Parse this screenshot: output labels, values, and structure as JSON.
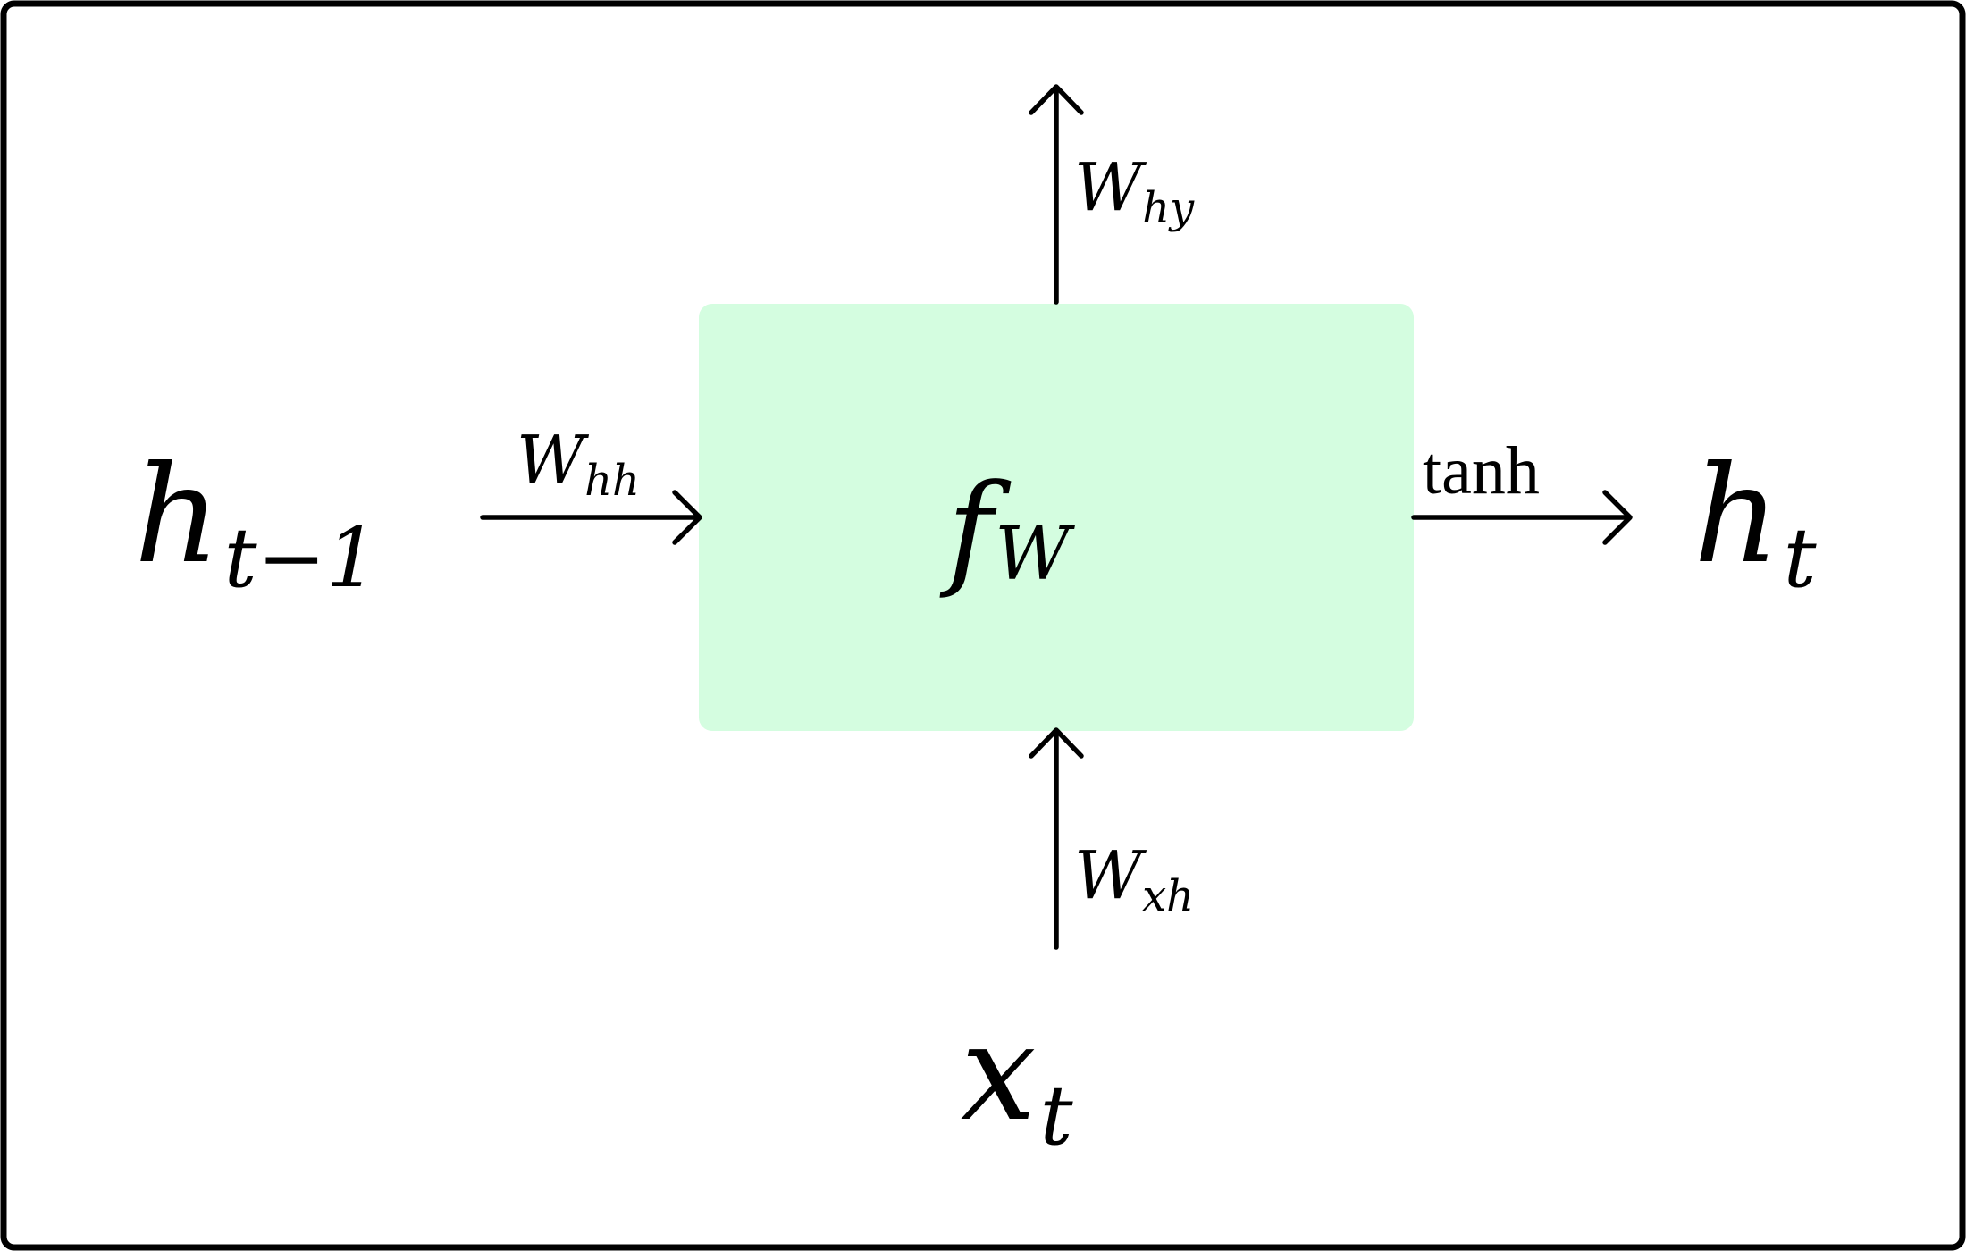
{
  "colors": {
    "box_fill": "#d4fde0",
    "stroke": "#000000",
    "background": "#ffffff"
  },
  "nodes": {
    "h_prev": {
      "base": "h",
      "sub": "t−1"
    },
    "h_t": {
      "base": "h",
      "sub": "t"
    },
    "x_t": {
      "base": "x",
      "sub": "t"
    },
    "f_w": {
      "base": "f",
      "sub": "W"
    }
  },
  "edges": {
    "w_hh": {
      "base": "W",
      "sub": "hh"
    },
    "w_xh": {
      "base": "W",
      "sub": "xh"
    },
    "w_hy": {
      "base": "W",
      "sub": "hy"
    },
    "tanh": {
      "label": "tanh"
    }
  }
}
